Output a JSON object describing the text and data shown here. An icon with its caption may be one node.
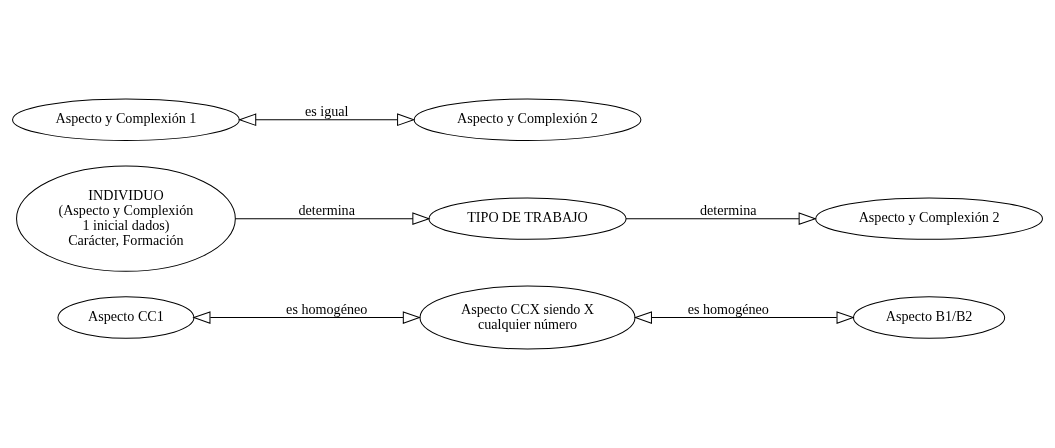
{
  "diagram": {
    "nodes": [
      {
        "text": [
          "Aspecto CC1"
        ]
      },
      {
        "text": [
          "Aspecto CCX siendo X cualquier número"
        ]
      },
      {
        "text": [
          "Aspecto B1/B2"
        ]
      },
      {
        "text": [
          "INDIVIDUO",
          "(Aspecto y Complexión 1 inicial dados)",
          "Carácter, Formación"
        ]
      },
      {
        "text": [
          "TIPO DE TRABAJO"
        ]
      },
      {
        "text": [
          "Aspecto y Complexión 2"
        ]
      },
      {
        "text": [
          "Aspecto y Complexión 1"
        ]
      },
      {
        "text": [
          "Aspecto y Complexión 2"
        ]
      }
    ],
    "edges": [
      {
        "from": 0,
        "to": 1,
        "arrow": "both",
        "label": "es homogéneo"
      },
      {
        "from": 1,
        "to": 2,
        "arrow": "both",
        "label": "es homogéneo"
      },
      {
        "from": 3,
        "to": 4,
        "arrow": "to",
        "label": "determina"
      },
      {
        "from": 4,
        "to": 5,
        "arrow": "to",
        "label": "determina"
      },
      {
        "from": 6,
        "to": 7,
        "arrow": "both",
        "label": "es igual"
      }
    ]
  }
}
